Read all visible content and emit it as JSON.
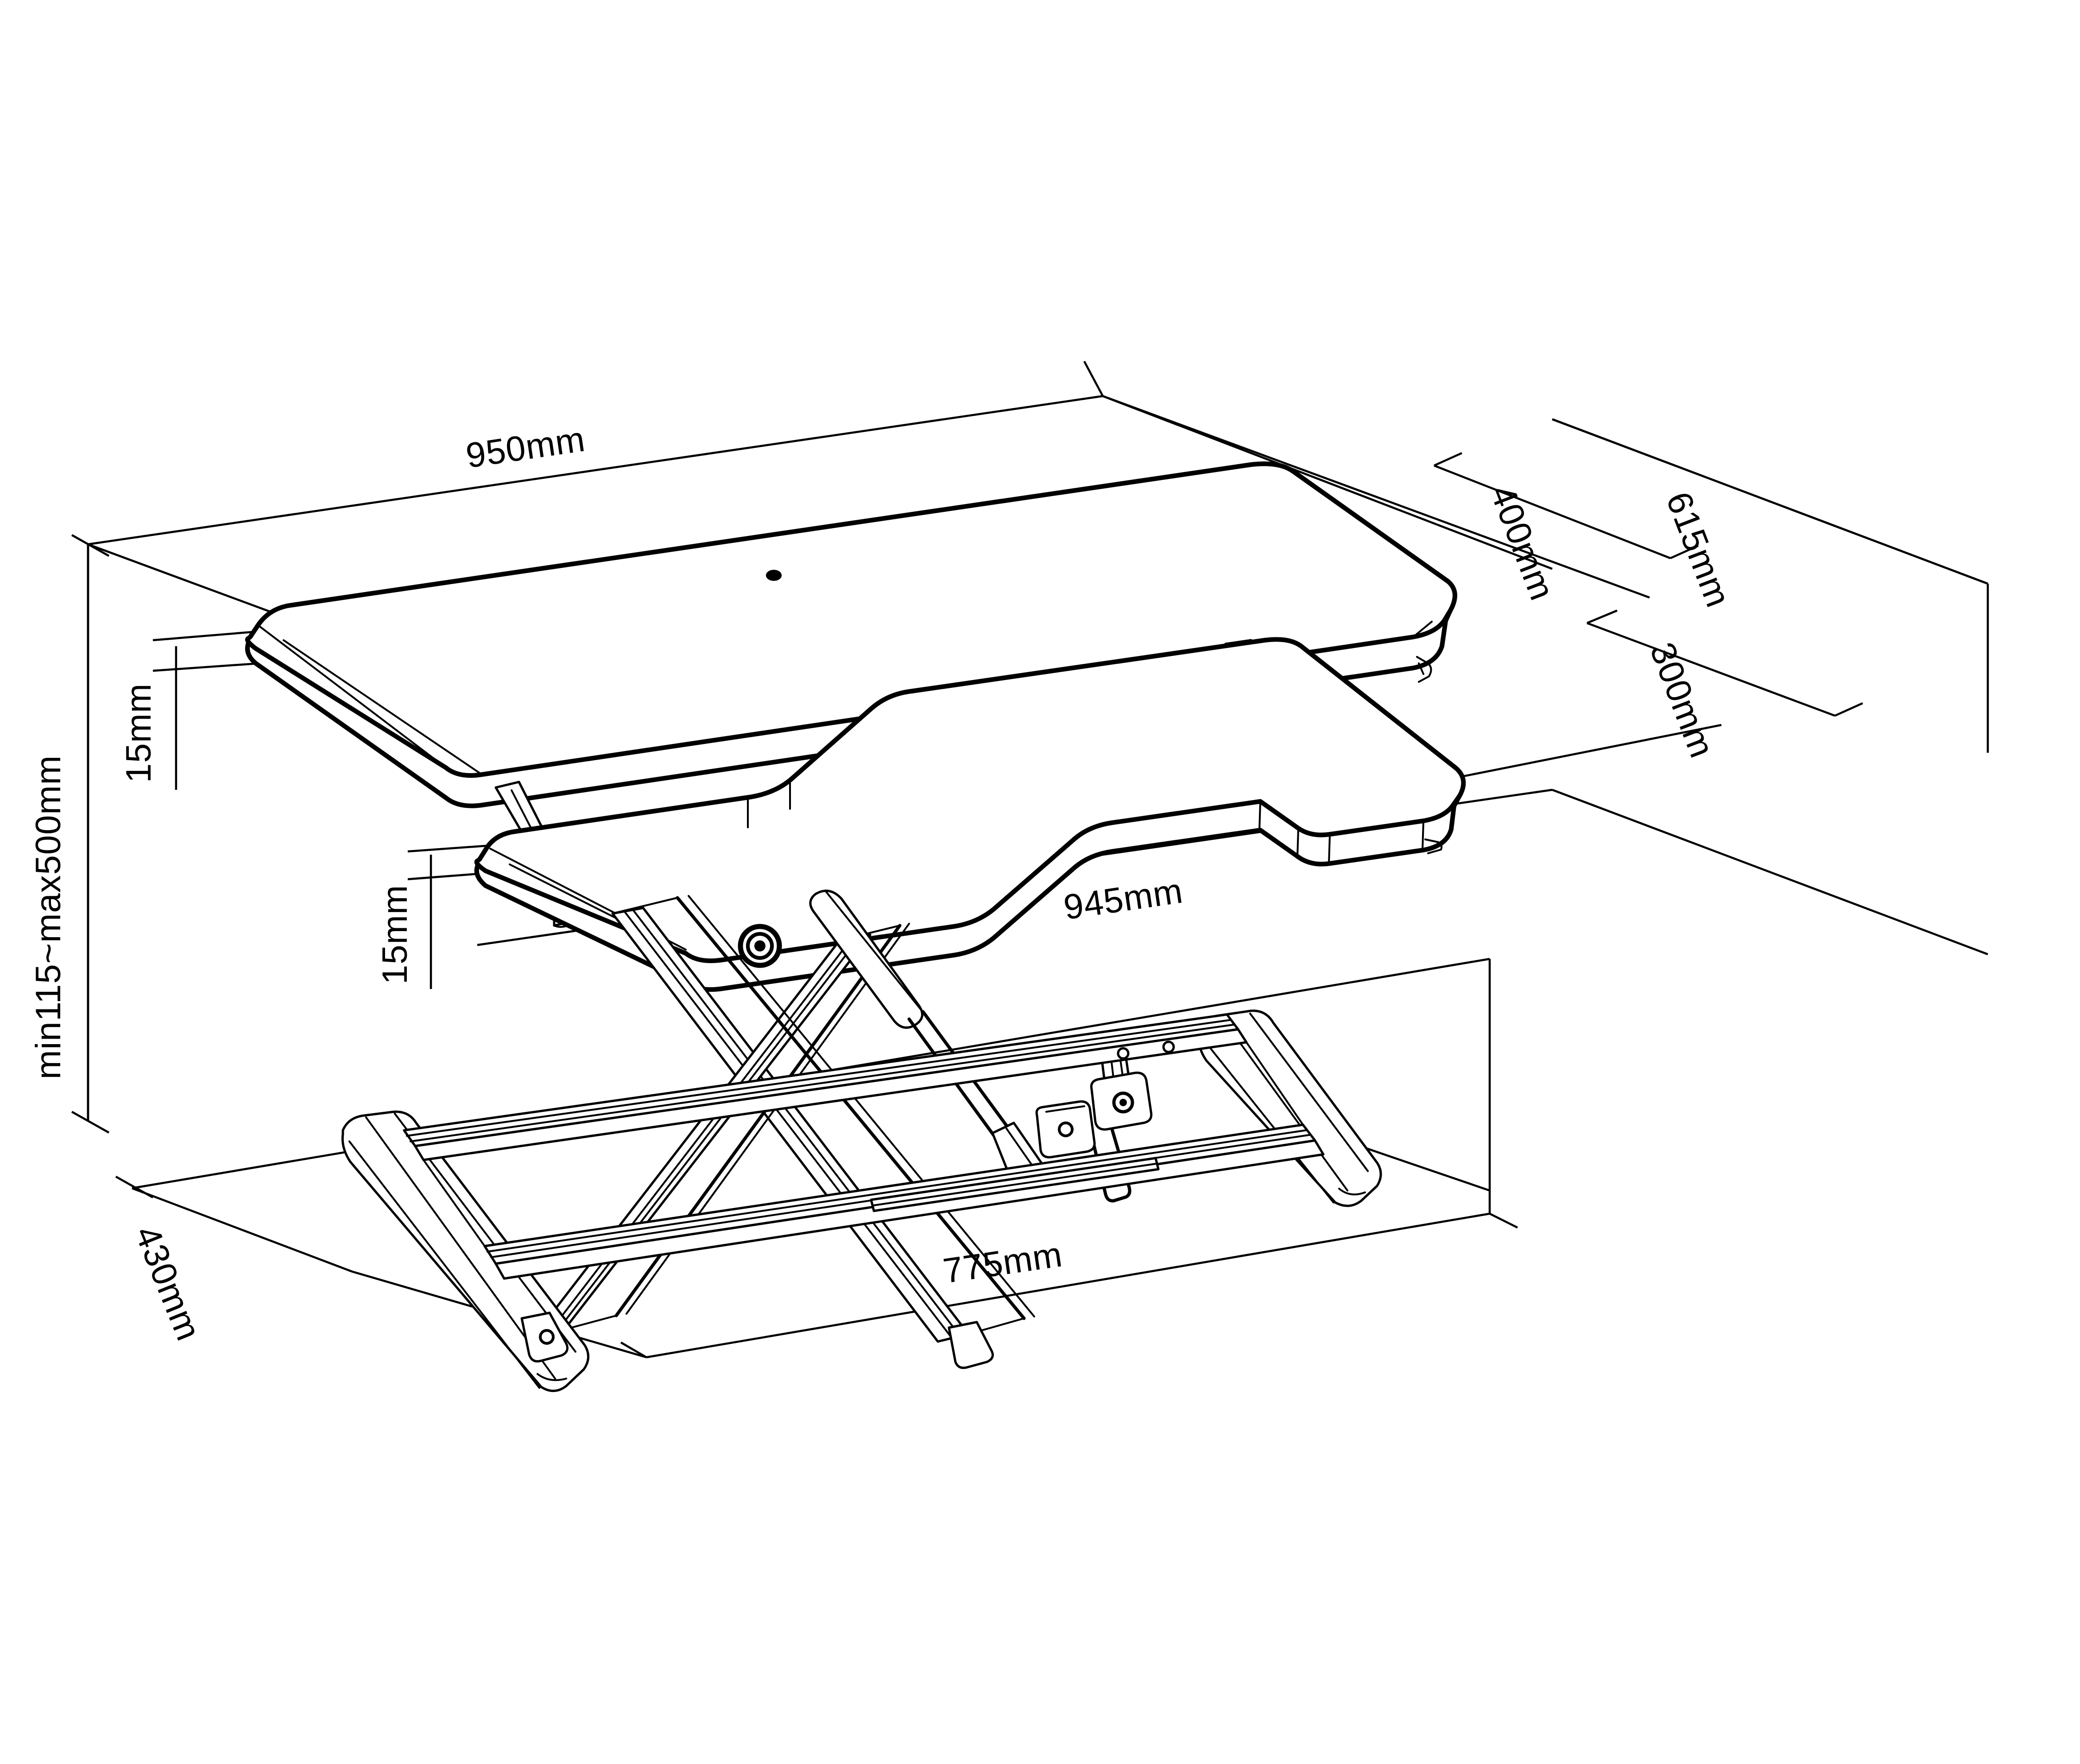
{
  "drawing": {
    "title": "Sit-Stand Desk Converter Dimensioned Isometric Drawing",
    "units": "mm",
    "line_color": "#000000",
    "background_color": "#ffffff"
  },
  "dimensions": {
    "top_platform_width": "950mm",
    "top_platform_depth": "400mm",
    "overall_depth": "615mm",
    "keyboard_tray_depth": "300mm",
    "keyboard_tray_width": "945mm",
    "base_width": "775mm",
    "base_depth": "430mm",
    "top_platform_thickness": "15mm",
    "keyboard_tray_thickness": "15mm",
    "height_range": "min115~max500mm"
  },
  "labels": [
    {
      "id": "width-950",
      "text": "950mm",
      "measures": "top platform width"
    },
    {
      "id": "depth-400",
      "text": "400mm",
      "measures": "top platform depth"
    },
    {
      "id": "depth-615",
      "text": "615mm",
      "measures": "overall unit depth"
    },
    {
      "id": "depth-300",
      "text": "300mm",
      "measures": "keyboard tray depth"
    },
    {
      "id": "width-945",
      "text": "945mm",
      "measures": "keyboard tray width"
    },
    {
      "id": "base-775",
      "text": "775mm",
      "measures": "base frame width"
    },
    {
      "id": "base-430",
      "text": "430mm",
      "measures": "base frame depth"
    },
    {
      "id": "thick-top-15",
      "text": "15mm",
      "measures": "top platform thickness"
    },
    {
      "id": "thick-tray-15",
      "text": "15mm",
      "measures": "keyboard tray thickness"
    },
    {
      "id": "height-range",
      "text": "min115~max500mm",
      "measures": "adjustable height range"
    }
  ],
  "parts": [
    {
      "id": "top-platform",
      "name": "Upper monitor platform"
    },
    {
      "id": "keyboard-tray",
      "name": "Lower keyboard tray"
    },
    {
      "id": "scissor-linkage",
      "name": "X-frame scissor lift linkage"
    },
    {
      "id": "gas-spring",
      "name": "Gas spring cylinder"
    },
    {
      "id": "pivot-hinge",
      "name": "Central pivot hinge"
    },
    {
      "id": "base-frame",
      "name": "Bottom base frame with end caps"
    },
    {
      "id": "support-brackets",
      "name": "Platform support brackets"
    },
    {
      "id": "cable-hole",
      "name": "Cable management hole"
    }
  ]
}
